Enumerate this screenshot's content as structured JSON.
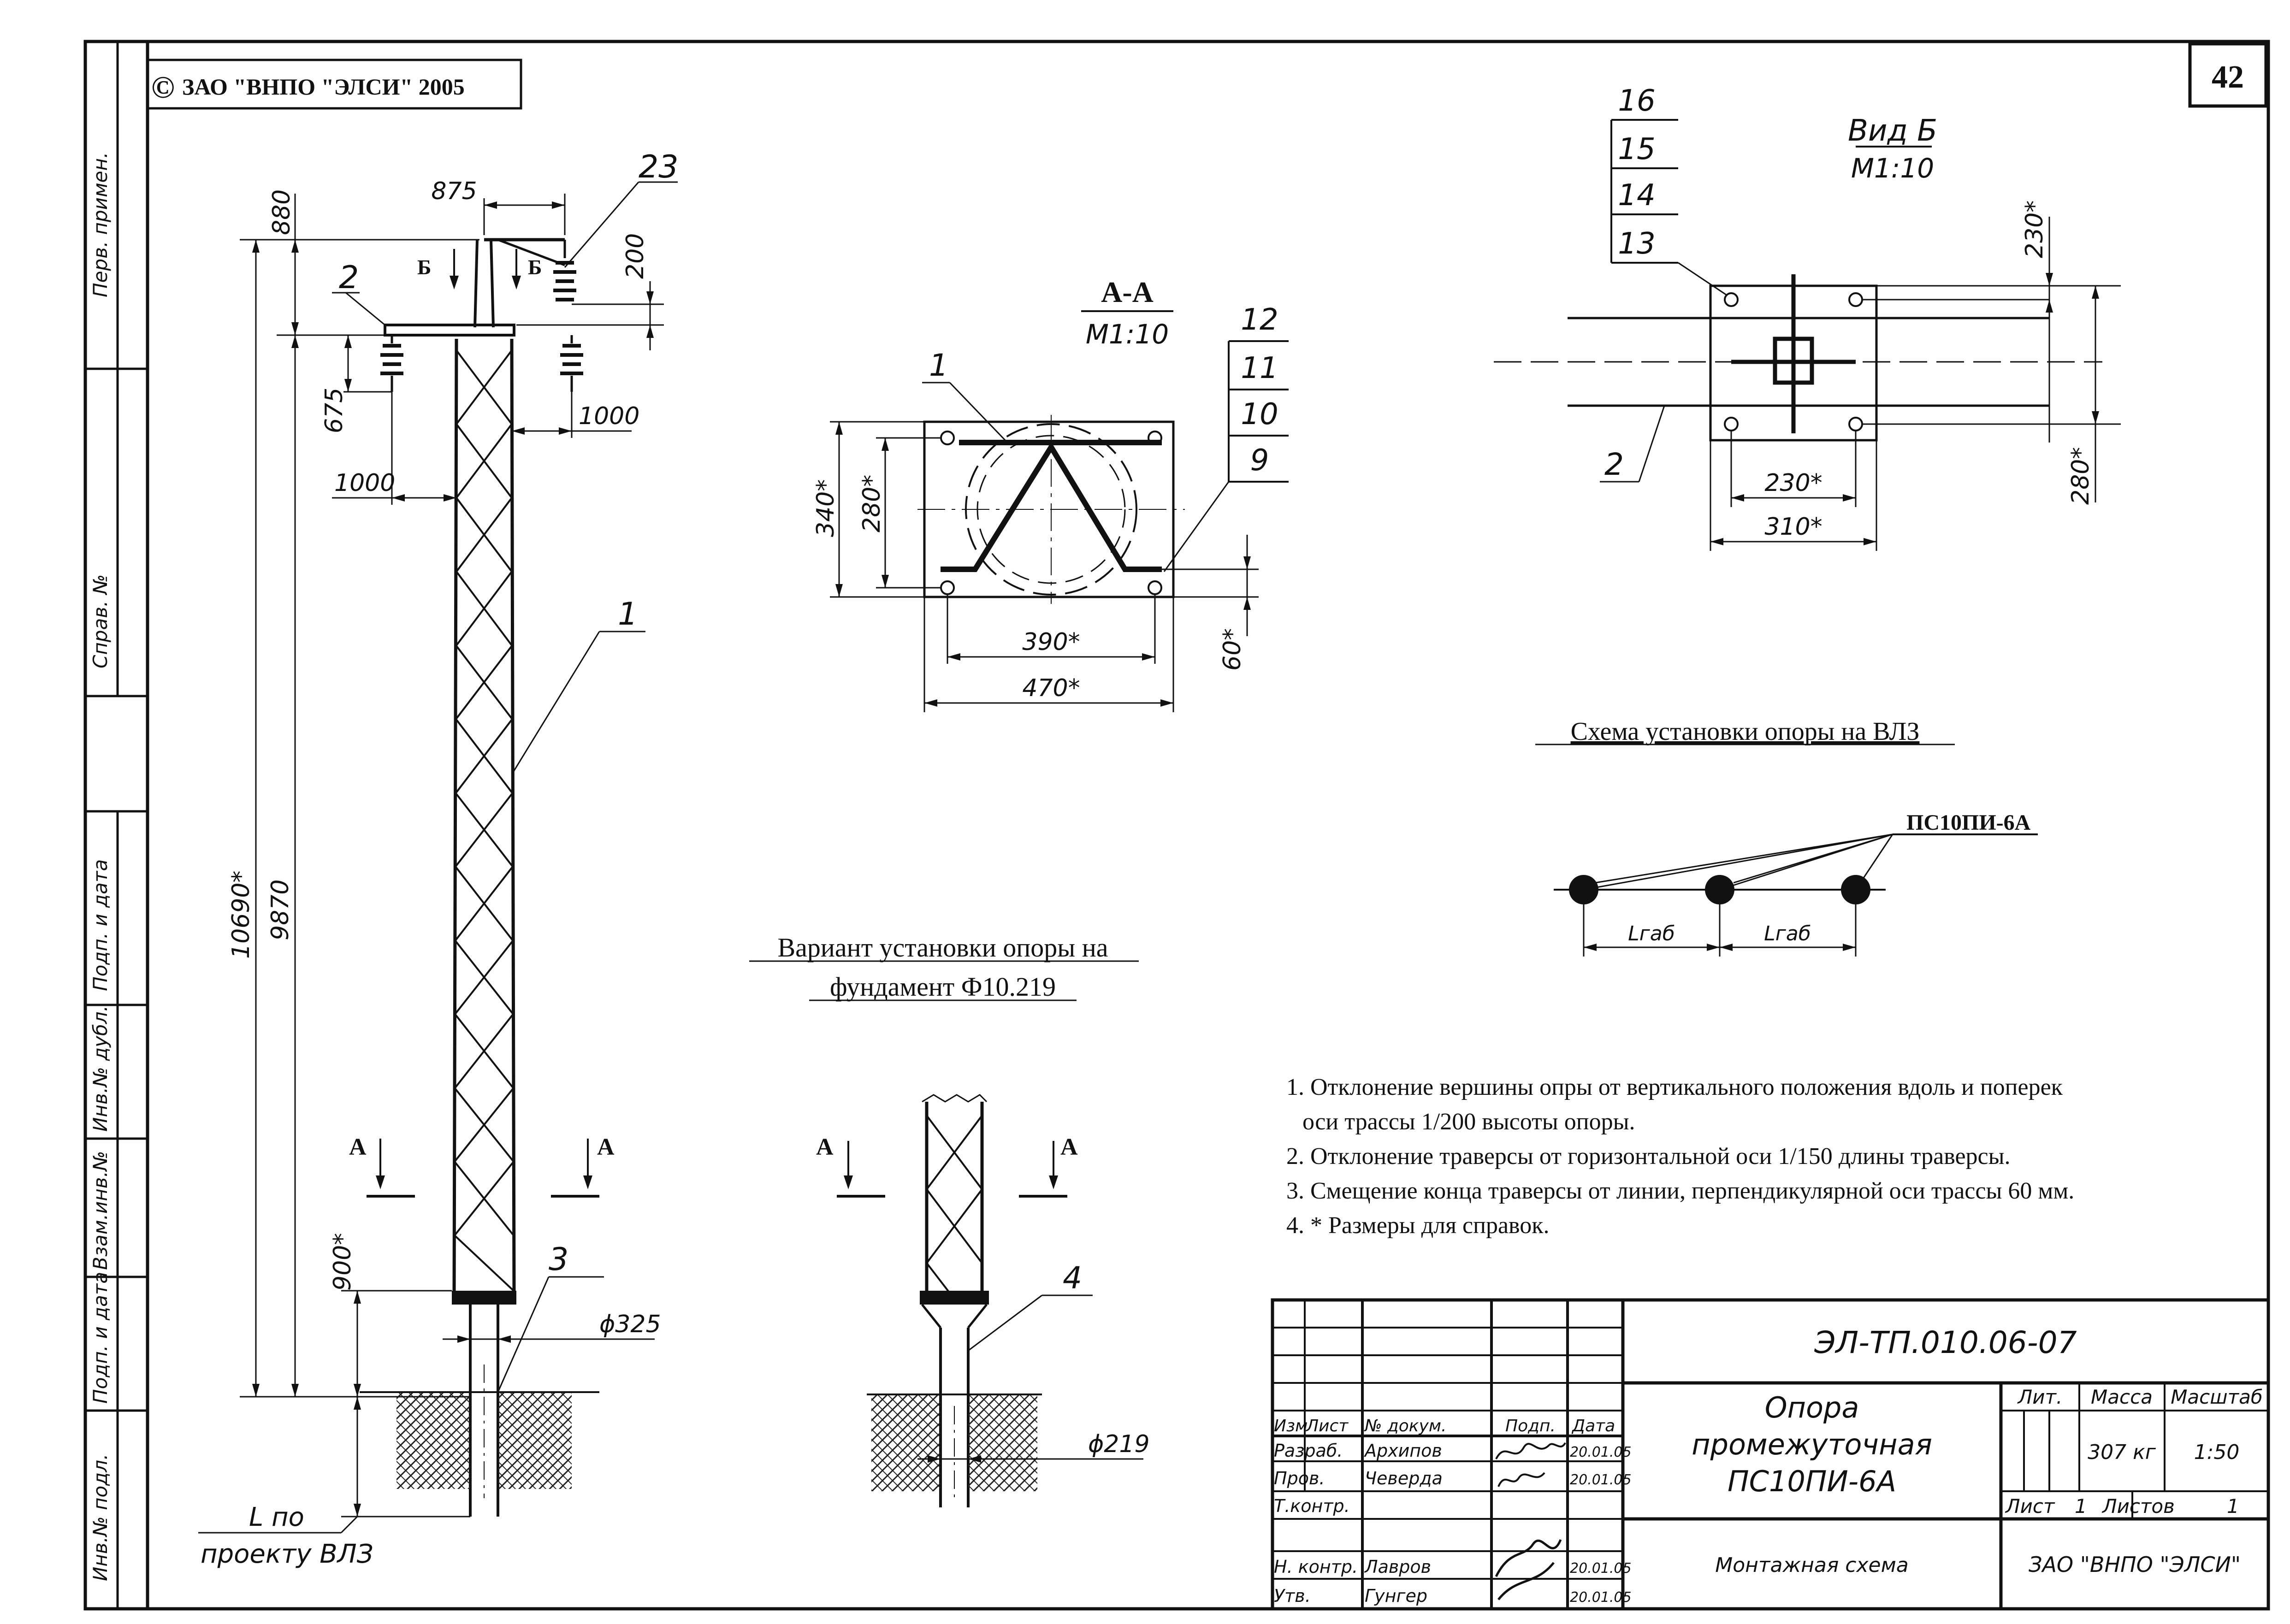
{
  "header": {
    "copyright_symbol": "©",
    "copyright": "ЗАО \"ВНПО \"ЭЛСИ\" 2005",
    "page_number": "42"
  },
  "left_strip": {
    "perv_primen": "Перв. примен.",
    "sprav_no": "Справ. №",
    "podp_data_1": "Подп. и дата",
    "inv_dubl": "Инв.№ дубл.",
    "vzam_inv": "Взам.инв.№",
    "podp_data_2": "Подп. и дата",
    "inv_podl": "Инв.№ подл."
  },
  "elevation": {
    "dims": {
      "d875": "875",
      "d880": "880",
      "d200": "200",
      "d675": "675",
      "d1000_right": "1000",
      "d1000_left": "1000",
      "d10690": "10690*",
      "d9870": "9870",
      "d900": "900*",
      "phi325": "ϕ325"
    },
    "callouts": {
      "c23": "23",
      "c2": "2",
      "c1": "1",
      "c3": "3"
    },
    "markers": {
      "b": "Б",
      "a": "А"
    },
    "l_po": "L по",
    "proektu": "проекту ВЛЗ"
  },
  "section_aa": {
    "title": "А-А",
    "scale": "М1:10",
    "callout_1": "1",
    "stack": [
      "12",
      "11",
      "10",
      "9"
    ],
    "dims": {
      "d340": "340*",
      "d280": "280*",
      "d390": "390*",
      "d470": "470*",
      "d60": "60*"
    }
  },
  "view_b": {
    "title": "Вид Б",
    "scale": "М1:10",
    "stack": [
      "16",
      "15",
      "14",
      "13"
    ],
    "callout_2": "2",
    "dims": {
      "d230v": "230*",
      "d280v": "280*",
      "d230h": "230*",
      "d310h": "310*"
    }
  },
  "scheme": {
    "title": "Схема установки опоры на ВЛЗ",
    "label": "ПС10ПИ-6А",
    "lgab": "Lгаб"
  },
  "variant": {
    "title_line1": "Вариант установки опоры на",
    "title_line2": "фундамент Ф10.219",
    "callout_4": "4",
    "phi219": "ϕ219",
    "marker_a": "А"
  },
  "notes": [
    "1. Отклонение вершины опры от вертикального положения вдоль и поперек",
    "оси трассы 1/200 высоты опоры.",
    "2. Отклонение траверсы от горизонтальной оси 1/150 длины траверсы.",
    "3. Смещение конца траверсы от линии, перпендикулярной оси трассы 60 мм.",
    "4. * Размеры для справок."
  ],
  "title_block": {
    "doc_code": "ЭЛ-ТП.010.06-07",
    "name_line1": "Опора",
    "name_line2": "промежуточная",
    "name_line3": "ПС10ПИ-6А",
    "drawing_type": "Монтажная схема",
    "company": "ЗАО \"ВНПО \"ЭЛСИ\"",
    "col_izm": "Изм",
    "col_list": "Лист",
    "col_dokum": "№ докум.",
    "col_podp": "Подп.",
    "col_data": "Дата",
    "razrab_label": "Разраб.",
    "razrab_name": "Архипов",
    "razrab_date": "20.01.05",
    "prov_label": "Пров.",
    "prov_name": "Чеверда",
    "prov_date": "20.01.05",
    "tkontr_label": "Т.контр.",
    "nkontr_label": "Н. контр.",
    "nkontr_name": "Лавров",
    "nkontr_date": "20.01.05",
    "utv_label": "Утв.",
    "utv_name": "Гунгер",
    "utv_date": "20.01.05",
    "lit_label": "Лит.",
    "massa_label": "Масса",
    "massa_value": "307 кг",
    "masshtab_label": "Масштаб",
    "masshtab_value": "1:50",
    "list_label": "Лист",
    "list_value": "1",
    "listov_label": "Листов",
    "listov_value": "1"
  }
}
